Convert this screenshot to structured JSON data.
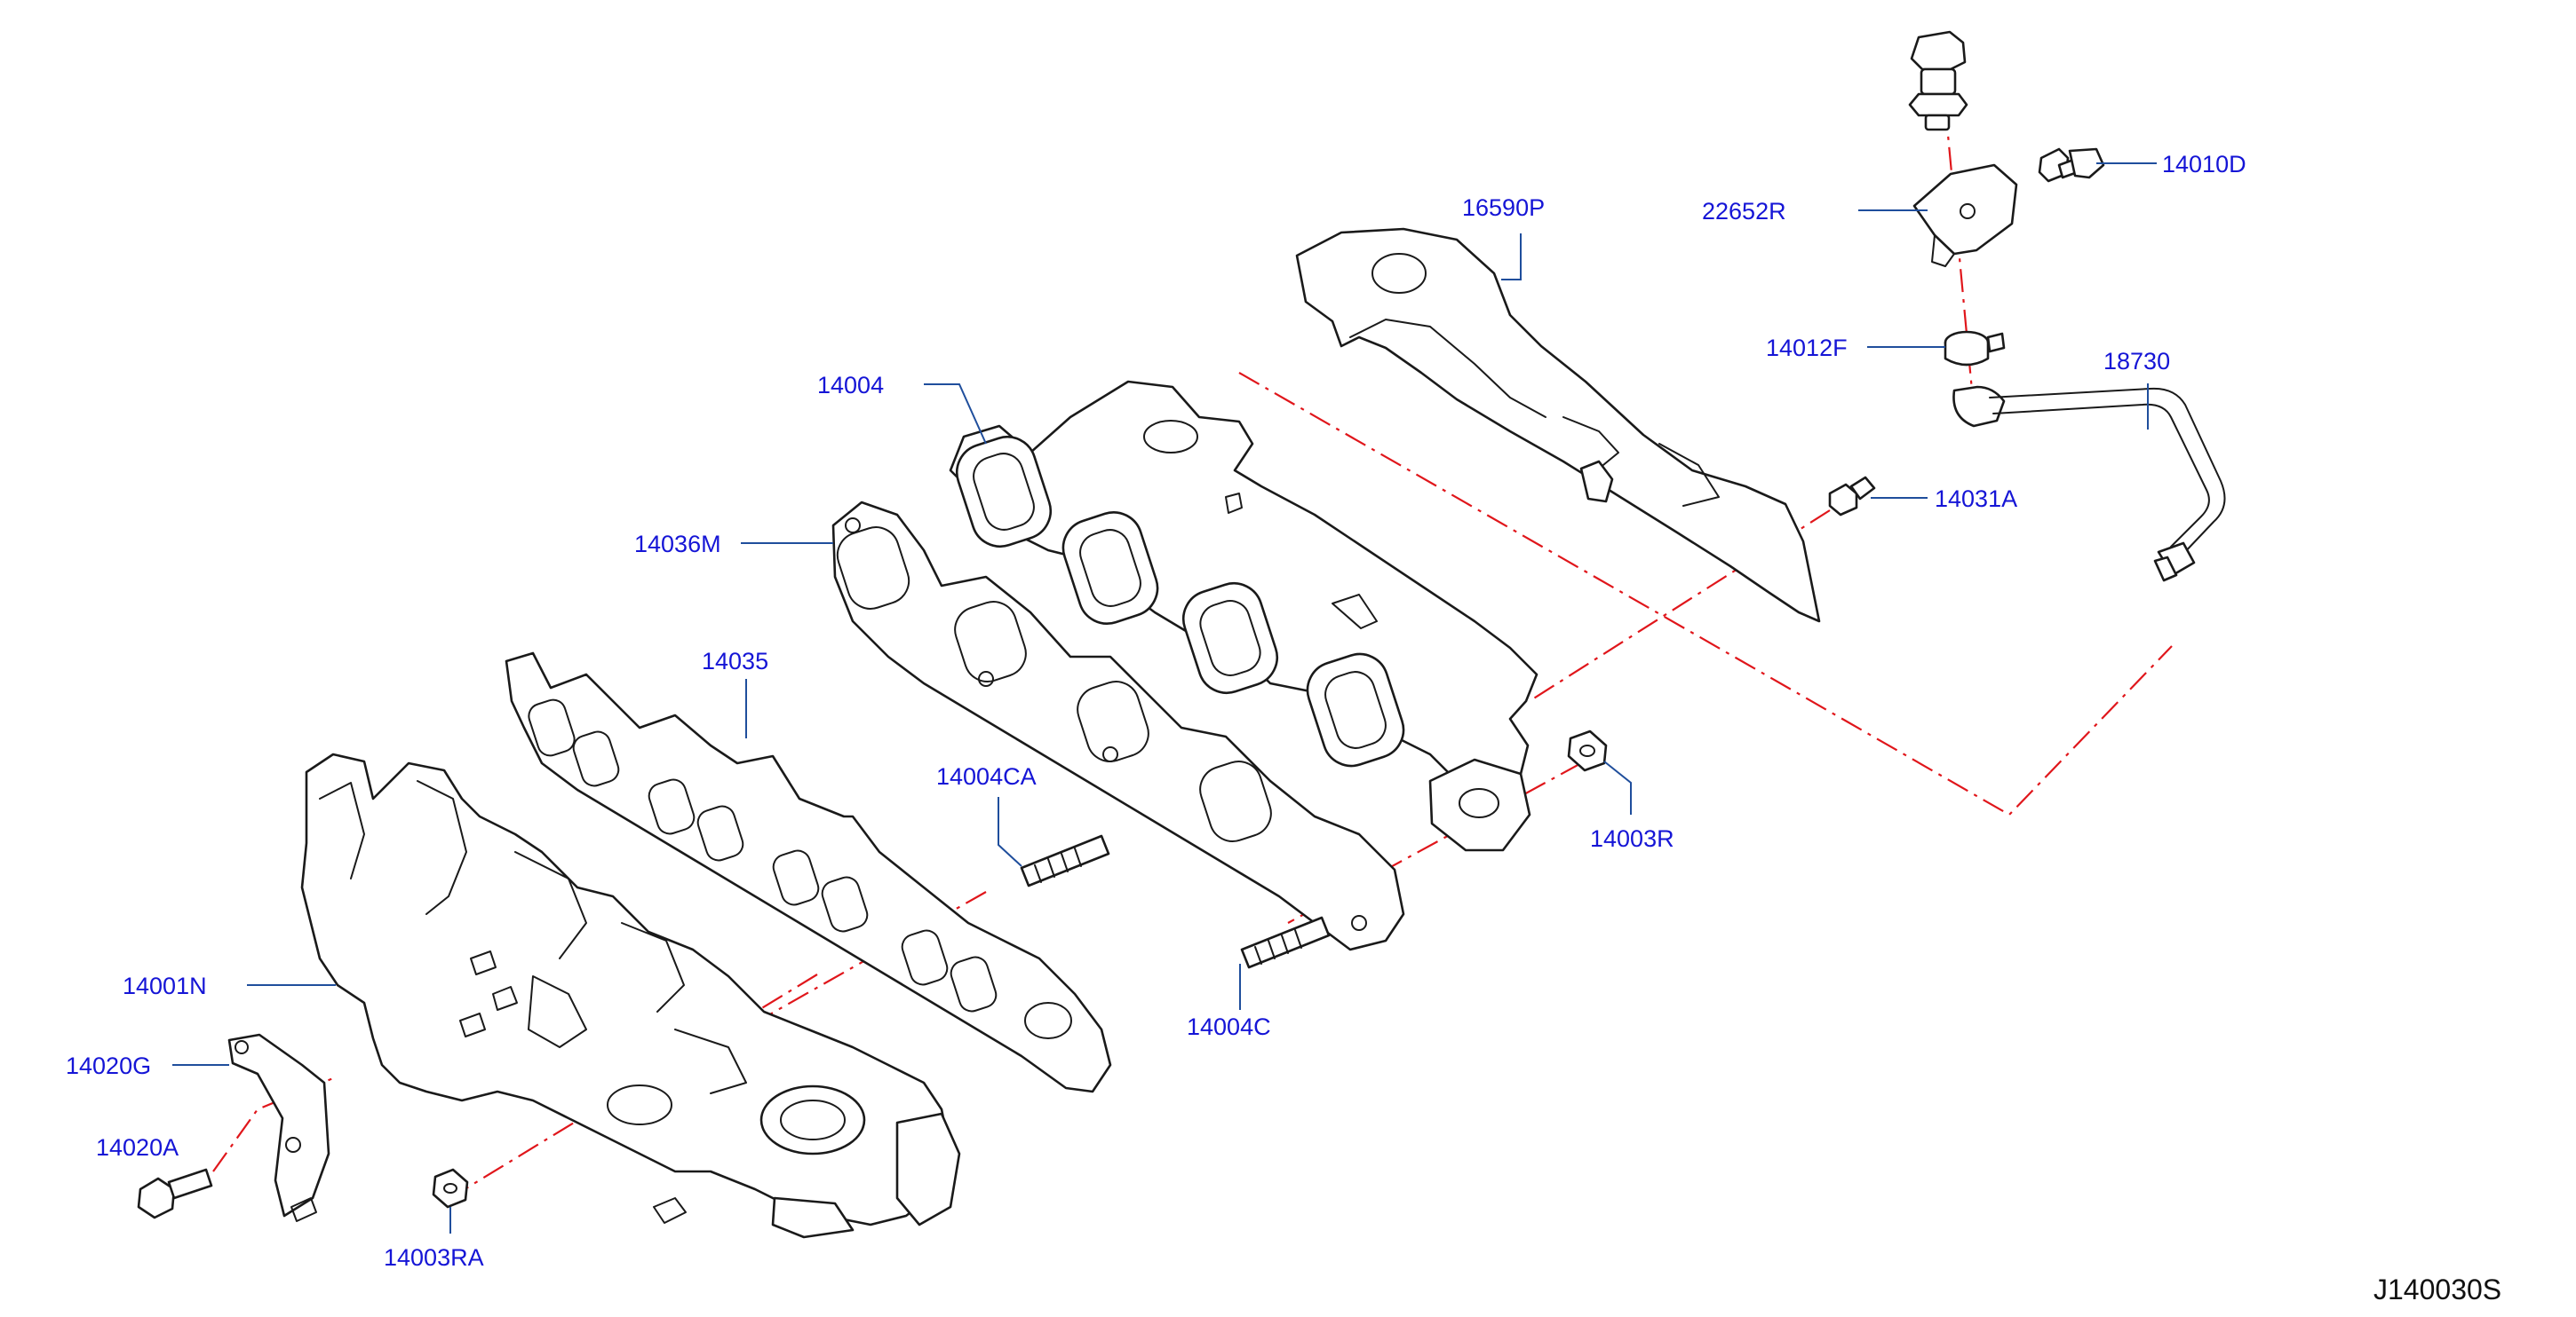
{
  "colors": {
    "callout_text": "#1515d6",
    "leader_line": "#1f4e9c",
    "centerline": "#e0161b",
    "part_outline": "#1a1a1a",
    "background": "#ffffff"
  },
  "callouts": {
    "c14010D": "14010D",
    "c22652R": "22652R",
    "c16590P": "16590P",
    "c14012F": "14012F",
    "c18730": "18730",
    "c14004": "14004",
    "c14031A": "14031A",
    "c14036M": "14036M",
    "c14035": "14035",
    "c14004CA": "14004CA",
    "c14003R": "14003R",
    "c14001N": "14001N",
    "c14004C": "14004C",
    "c14020G": "14020G",
    "c14020A": "14020A",
    "c14003RA": "14003RA"
  },
  "diagram_code": "J140030S"
}
